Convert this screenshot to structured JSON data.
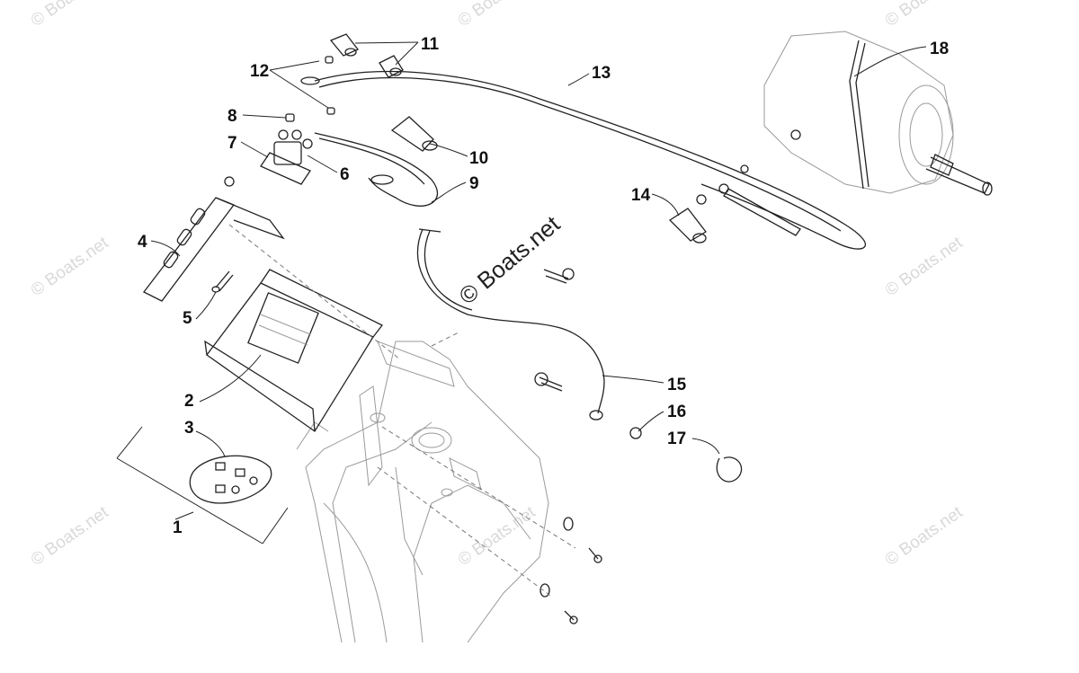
{
  "watermark": {
    "main": "© Boats.net",
    "tile": "© Boats.net"
  },
  "callouts": [
    "1",
    "2",
    "3",
    "4",
    "5",
    "6",
    "7",
    "8",
    "9",
    "10",
    "11",
    "12",
    "13",
    "14",
    "15",
    "16",
    "17",
    "18"
  ],
  "colors": {
    "line": "#222222",
    "faint_line": "#9a9a9a",
    "watermark": "#d9d9d9",
    "background": "#ffffff"
  }
}
